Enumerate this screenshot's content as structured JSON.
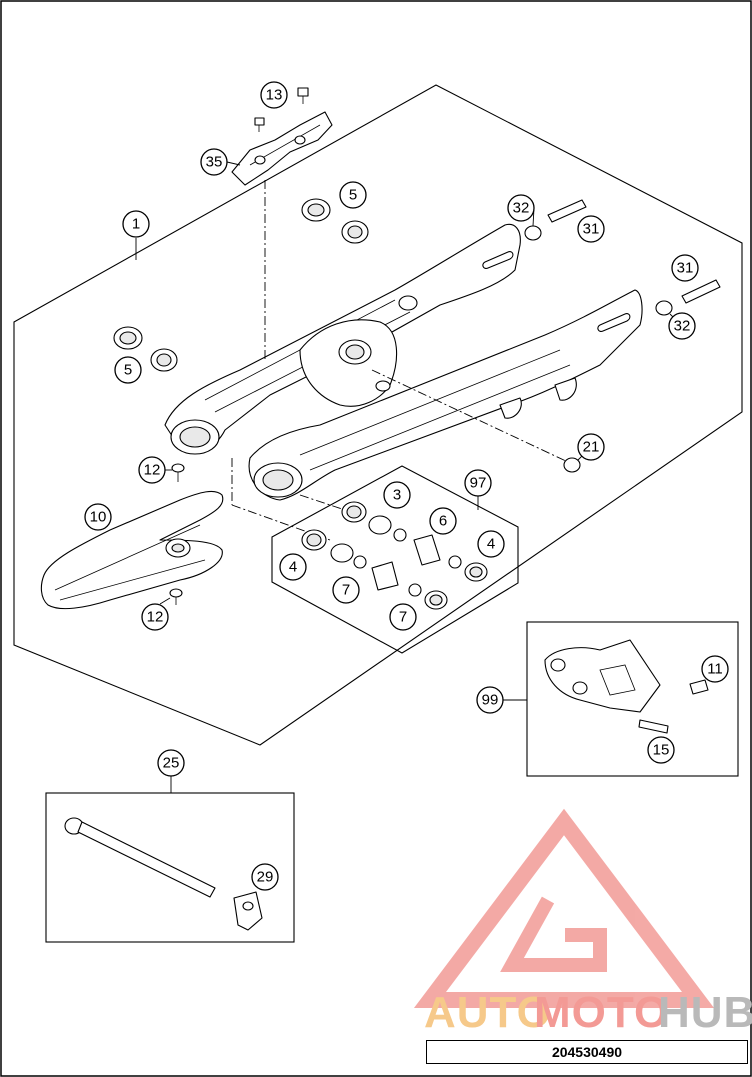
{
  "diagram_number": "204530490",
  "watermark": {
    "text_part1": "AUTO",
    "text_part2": "MOTO",
    "text_part3": "HUB",
    "color_part1": "#f6c98a",
    "color_part2": "#f39a95",
    "color_part3": "#b9b9b9",
    "logo_color": "#f29b96"
  },
  "callouts": {
    "c1": "1",
    "c3": "3",
    "c4a": "4",
    "c4b": "4",
    "c5a": "5",
    "c5b": "5",
    "c6": "6",
    "c7a": "7",
    "c7b": "7",
    "c10": "10",
    "c11": "11",
    "c12a": "12",
    "c12b": "12",
    "c13": "13",
    "c15": "15",
    "c21": "21",
    "c25": "25",
    "c29": "29",
    "c31a": "31",
    "c31b": "31",
    "c32a": "32",
    "c32b": "32",
    "c35": "35",
    "c97": "97",
    "c99": "99"
  }
}
